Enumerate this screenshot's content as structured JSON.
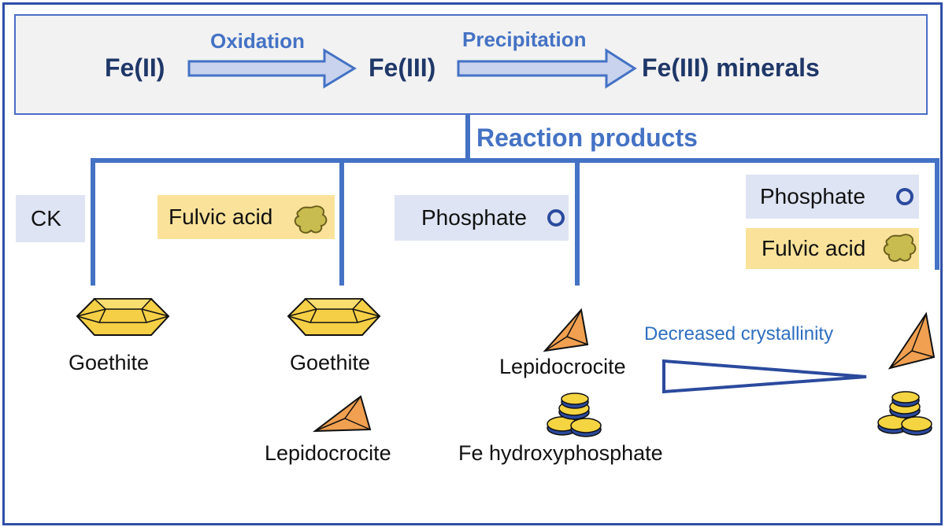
{
  "header": {
    "species": [
      "Fe(II)",
      "Fe(III)",
      "Fe(III) minerals"
    ],
    "steps": [
      "Oxidation",
      "Precipitation"
    ]
  },
  "reaction_products_label": "Reaction products",
  "conditions": [
    {
      "labels": [
        "CK"
      ]
    },
    {
      "labels": [
        "Fulvic acid"
      ]
    },
    {
      "labels": [
        "Phosphate"
      ]
    },
    {
      "labels": [
        "Phosphate",
        "Fulvic acid"
      ]
    }
  ],
  "products": [
    [
      "Goethite"
    ],
    [
      "Goethite",
      "Lepidocrocite"
    ],
    [
      "Lepidocrocite",
      "Fe hydroxyphosphate"
    ],
    []
  ],
  "trend_label": "Decreased crystallinity",
  "colors": {
    "border": "#2f4fa8",
    "line": "#4472c4",
    "blue_box": "#dee4f3",
    "yellow_box": "#fbe29a",
    "goethite": "#f5cf45",
    "lepidocrocite": "#f0a050",
    "fulvic": "#c8bc50",
    "phosphate_disc_yellow": "#f5d442",
    "phosphate_disc_blue": "#2b4a9e"
  },
  "icons": [
    "goethite-crystal-icon",
    "lepidocrocite-crystal-icon",
    "fe-hydroxyphosphate-stack-icon",
    "fulvic-acid-blob-icon",
    "phosphate-circle-icon"
  ]
}
